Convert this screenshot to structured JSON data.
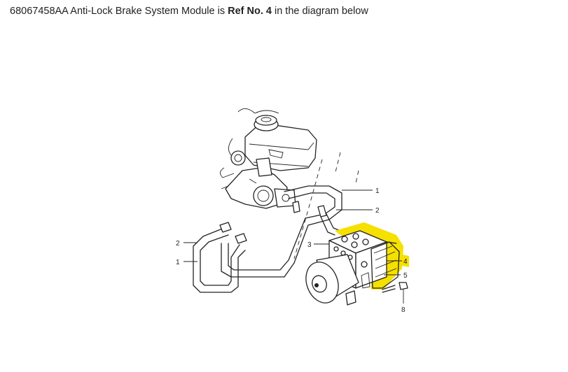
{
  "caption": {
    "part_number_text": "68067458AA Anti-Lock Brake System Module is ",
    "ref_text": "Ref No. 4",
    "suffix_text": " in the diagram below"
  },
  "diagram": {
    "highlight_color": "#f5e000",
    "callouts": {
      "c1_upper": "1",
      "c2_upper": "2",
      "c2_left": "2",
      "c1_left": "1",
      "c3": "3",
      "c4": "4",
      "c5": "5",
      "c8": "8"
    }
  }
}
